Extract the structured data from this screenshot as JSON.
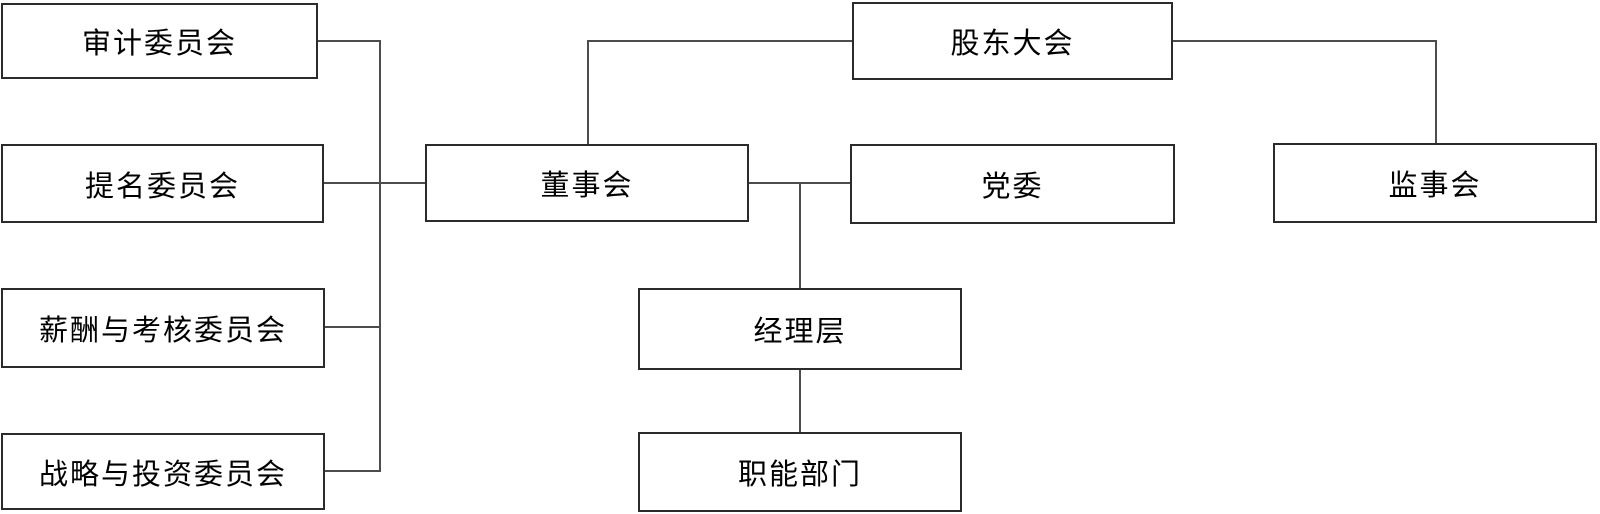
{
  "diagram": {
    "type": "org-chart",
    "language": "zh-CN"
  },
  "colors": {
    "background": "#ffffff",
    "box_fill": "#ffffff",
    "box_border": "#2b2b2b",
    "connector": "#4d4d4d",
    "text": "#000000"
  },
  "nodes": {
    "shareholders_meeting": {
      "label": "股东大会"
    },
    "board_of_directors": {
      "label": "董事会"
    },
    "party_committee": {
      "label": "党委"
    },
    "supervisory_board": {
      "label": "监事会"
    },
    "audit_committee": {
      "label": "审计委员会"
    },
    "nomination_committee": {
      "label": "提名委员会"
    },
    "remuneration_committee": {
      "label": "薪酬与考核委员会"
    },
    "strategy_committee": {
      "label": "战略与投资委员会"
    },
    "management_team": {
      "label": "经理层"
    },
    "functional_departments": {
      "label": "职能部门"
    }
  },
  "edges": [
    {
      "from": "股东大会",
      "to": "董事会"
    },
    {
      "from": "股东大会",
      "to": "监事会"
    },
    {
      "from": "董事会",
      "to": "党委"
    },
    {
      "from": "董事会",
      "to": "审计委员会"
    },
    {
      "from": "董事会",
      "to": "提名委员会"
    },
    {
      "from": "董事会",
      "to": "薪酬与考核委员会"
    },
    {
      "from": "董事会",
      "to": "战略与投资委员会"
    },
    {
      "from": "董事会",
      "to": "经理层"
    },
    {
      "from": "经理层",
      "to": "职能部门"
    }
  ]
}
